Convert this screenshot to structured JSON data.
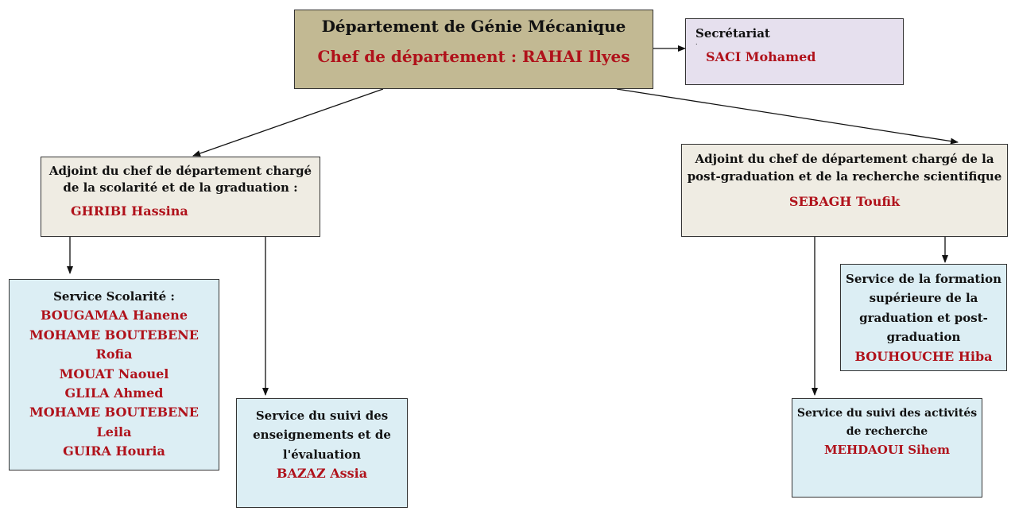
{
  "colors": {
    "head_fill": "#c2b993",
    "secretariat_fill": "#e6e0ee",
    "deputy_fill": "#efece3",
    "service_fill": "#dceef4",
    "name_red": "#b0121b",
    "line": "#111111"
  },
  "head": {
    "title": "Département de Génie Mécanique",
    "chief": "Chef de département : RAHAI Ilyes"
  },
  "secretariat": {
    "title": "Secrétariat",
    "dot": ".",
    "name": "SACI Mohamed"
  },
  "deputy_left": {
    "title_line1": "Adjoint du chef de département chargé",
    "title_line2": "de la scolarité et de la graduation :",
    "name": "GHRIBI Hassina"
  },
  "deputy_right": {
    "title_line1": "Adjoint du chef de département chargé de la",
    "title_line2": "post-graduation et de la recherche scientifique",
    "name": "SEBAGH Toufik"
  },
  "service_scolarite": {
    "title": "Service Scolarité :",
    "names": [
      "BOUGAMAA Hanene",
      "MOHAME BOUTEBENE",
      "Rofia",
      "MOUAT Naouel",
      "GLILA Ahmed",
      "MOHAME BOUTEBENE",
      "Leila",
      "GUIRA Houria"
    ]
  },
  "service_enseignements": {
    "title_line1": "Service du suivi des",
    "title_line2": "enseignements et de",
    "title_line3": "l'évaluation",
    "name": "BAZAZ Assia"
  },
  "service_formation": {
    "title_line1": "Service de la formation",
    "title_line2": "supérieure de la",
    "title_line3": "graduation et post-",
    "title_line4": "graduation",
    "name": "BOUHOUCHE Hiba"
  },
  "service_recherche": {
    "title_line1": "Service du suivi des activités",
    "title_line2": "de recherche",
    "name": "MEHDAOUI Sihem"
  }
}
